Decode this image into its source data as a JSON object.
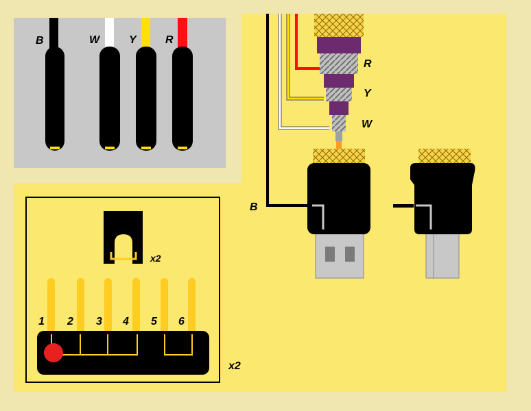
{
  "wire_panel": {
    "labels": {
      "black": "B",
      "white": "W",
      "yellow": "Y",
      "red": "R"
    },
    "colors": {
      "black": "#000000",
      "white": "#ffffff",
      "yellow": "#ffe000",
      "red": "#ff1010"
    }
  },
  "cable_labels": {
    "red": "R",
    "yellow": "Y",
    "white": "W",
    "black": "B"
  },
  "parts": {
    "terminal_count": "x2",
    "pin_numbers": [
      "1",
      "2",
      "3",
      "4",
      "5",
      "6"
    ],
    "strip_count": "x2"
  },
  "palette": {
    "page_bg": "#f0e6b0",
    "panel_yellow": "#fbe86e",
    "panel_grey": "#c8c8c8",
    "shield_yellow": "#f7d24a",
    "jacket_purple": "#6e2a6e",
    "plug_grey": "#c8c8c8",
    "red_dot": "#e82020",
    "pin_yellow": "#ffcc22"
  }
}
